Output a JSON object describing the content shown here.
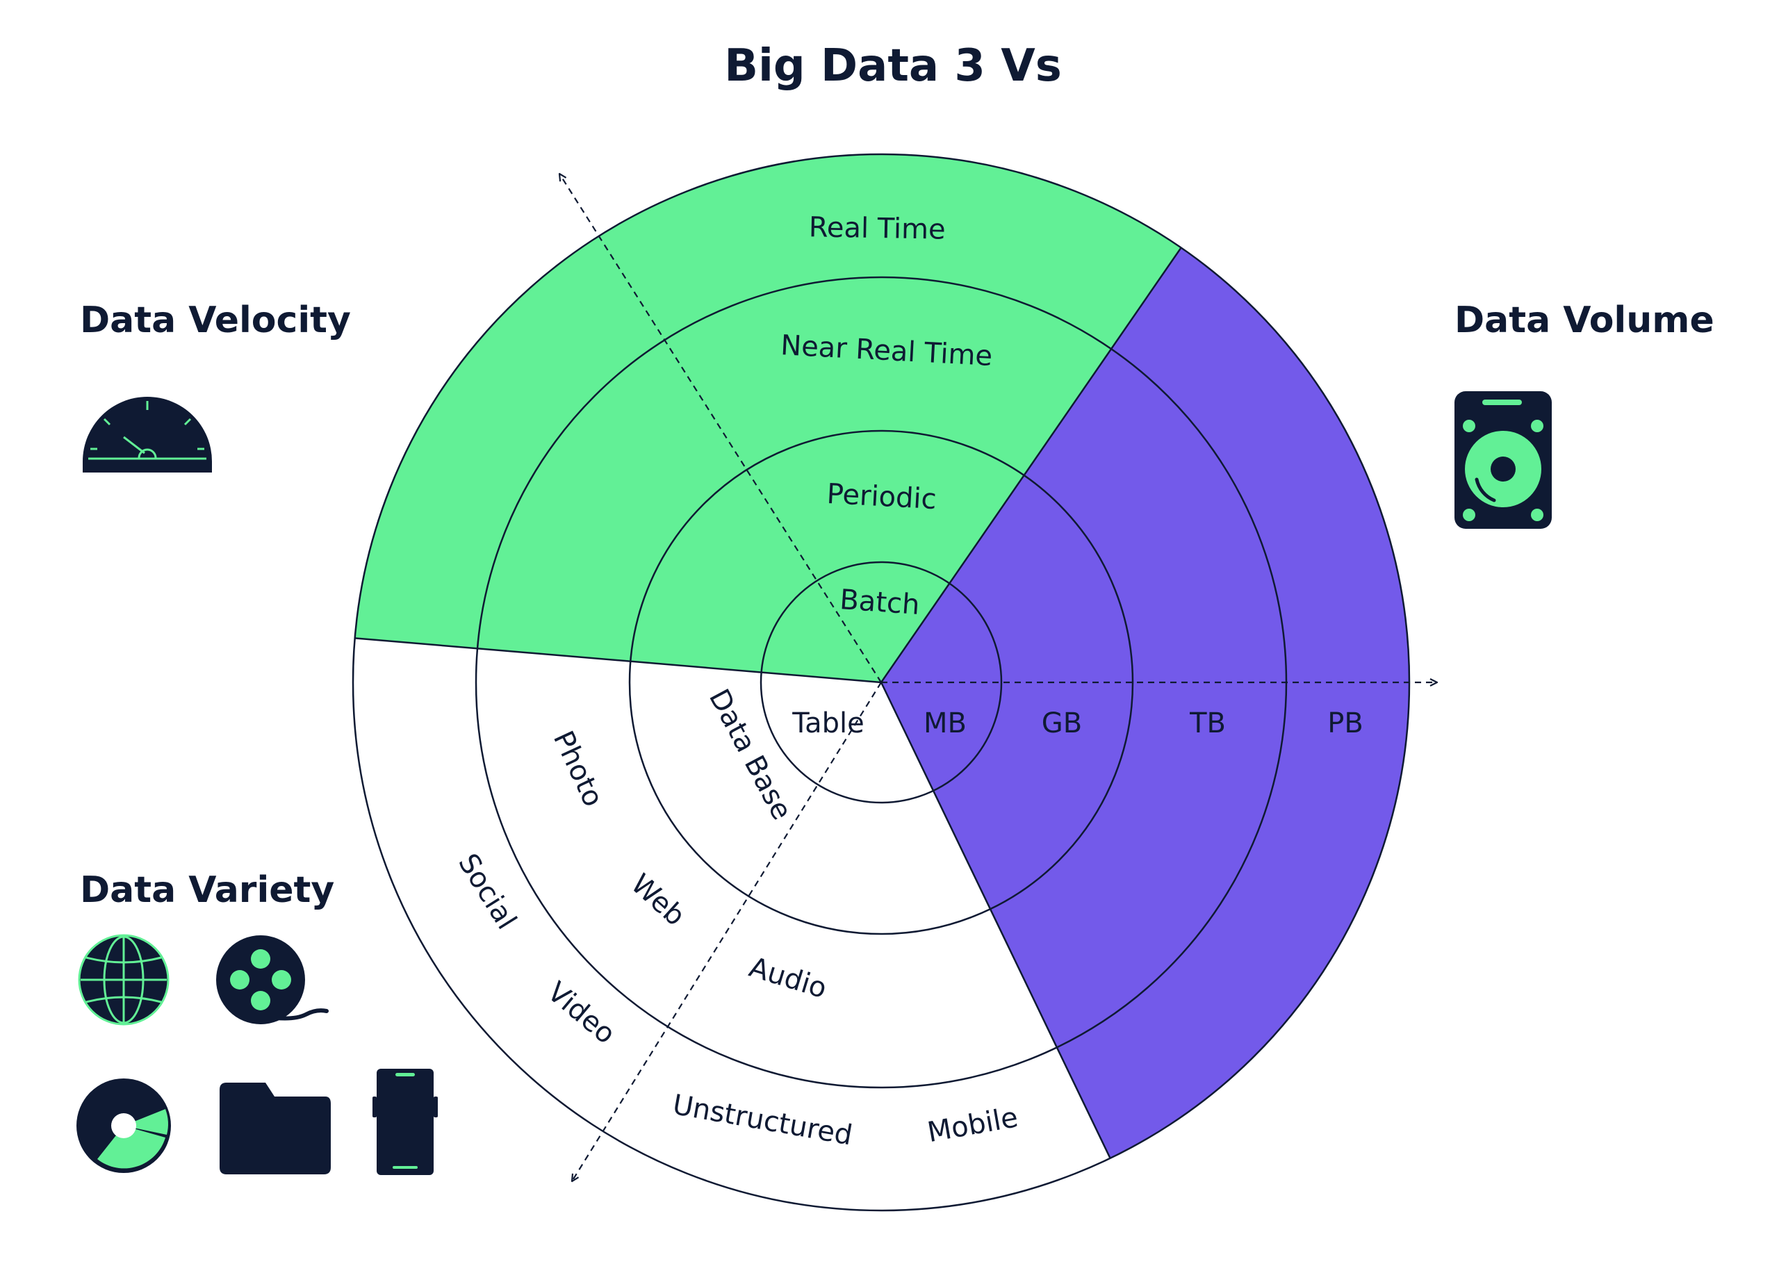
{
  "title": "Big Data 3 Vs",
  "colors": {
    "ink": "#0F1A33",
    "green": "#62F096",
    "purple": "#735AEA",
    "white": "#FFFFFF"
  },
  "sections": {
    "velocity": {
      "label": "Data Velocity",
      "icon": "speedometer-icon",
      "color": "#62F096",
      "rings": [
        "Batch",
        "Periodic",
        "Near Real Time",
        "Real Time"
      ]
    },
    "volume": {
      "label": "Data Volume",
      "icon": "hard-drive-icon",
      "color": "#735AEA",
      "rings": [
        "MB",
        "GB",
        "TB",
        "PB"
      ]
    },
    "variety": {
      "label": "Data Variety",
      "icons": [
        "globe-icon",
        "film-reel-icon",
        "disc-icon",
        "folder-icon",
        "mobile-phone-icon"
      ],
      "color": "#FFFFFF",
      "rings": [
        [
          "Table"
        ],
        [
          "Data Base"
        ],
        [
          "Photo",
          "Web",
          "Audio"
        ],
        [
          "Social",
          "Video",
          "Unstructured",
          "Mobile"
        ]
      ]
    }
  }
}
